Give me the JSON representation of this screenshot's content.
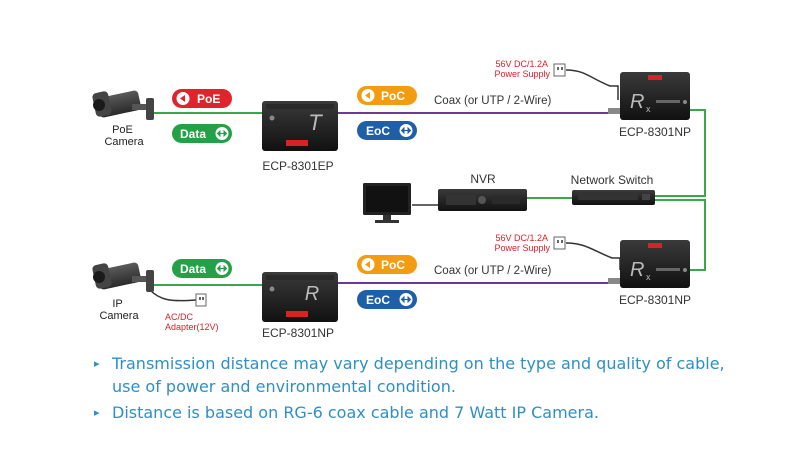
{
  "colors": {
    "poe": "#e0242b",
    "poc": "#f39c12",
    "data": "#24a046",
    "eoc": "#1e5fa8",
    "coax_line": "#6a3a96",
    "green_line": "#3aa84a",
    "red_label": "#d62228",
    "note_text": "#2f8fc4"
  },
  "badges": {
    "poe": "PoE",
    "data": "Data",
    "poc": "PoC",
    "eoc": "EoC"
  },
  "top": {
    "camera_label": "PoE\nCamera",
    "tx_device": "ECP-8301EP",
    "coax_label": "Coax (or UTP / 2-Wire)",
    "rx_device": "ECP-8301NP",
    "power_supply": "56V DC/1.2A\nPower Supply"
  },
  "middle": {
    "nvr_label": "NVR",
    "switch_label": "Network Switch"
  },
  "bottom": {
    "camera_label": "IP\nCamera",
    "adapter_label": "AC/DC\nAdapter(12V)",
    "tx_device": "ECP-8301NP",
    "coax_label": "Coax (or UTP / 2-Wire)",
    "rx_device": "ECP-8301NP",
    "power_supply": "56V DC/1.2A\nPower Supply"
  },
  "notes": [
    "Transmission distance may vary depending on the type and quality of cable,\nuse of power and environmental condition.",
    "Distance is based on RG-6 coax cable and 7 Watt IP Camera."
  ],
  "icons": {
    "bullet": "▸",
    "arrow_left": "◀",
    "arrow_both": "⇔"
  }
}
